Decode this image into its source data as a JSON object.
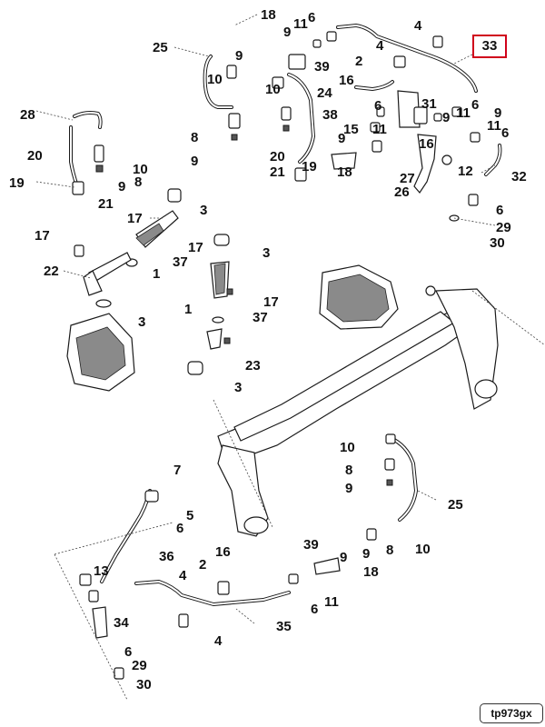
{
  "diagram": {
    "highlighted_callout": "33",
    "image_tag": "tp973gx",
    "callouts": [
      "18",
      "25",
      "9",
      "11",
      "6",
      "4",
      "39",
      "4",
      "2",
      "10",
      "10",
      "16",
      "24",
      "9",
      "38",
      "6",
      "31",
      "9",
      "11",
      "6",
      "9",
      "11",
      "6",
      "15",
      "11",
      "8",
      "9",
      "28",
      "9",
      "16",
      "32",
      "20",
      "10",
      "20",
      "21",
      "19",
      "18",
      "27",
      "12",
      "9",
      "8",
      "26",
      "6",
      "29",
      "19",
      "21",
      "30",
      "3",
      "17",
      "17",
      "3",
      "37",
      "1",
      "17",
      "22",
      "1",
      "3",
      "17",
      "37",
      "23",
      "3",
      "10",
      "8",
      "9",
      "25",
      "7",
      "5",
      "6",
      "16",
      "36",
      "39",
      "9",
      "8",
      "10",
      "13",
      "2",
      "9",
      "18",
      "4",
      "6",
      "11",
      "34",
      "35",
      "6",
      "29",
      "30",
      "4"
    ]
  }
}
